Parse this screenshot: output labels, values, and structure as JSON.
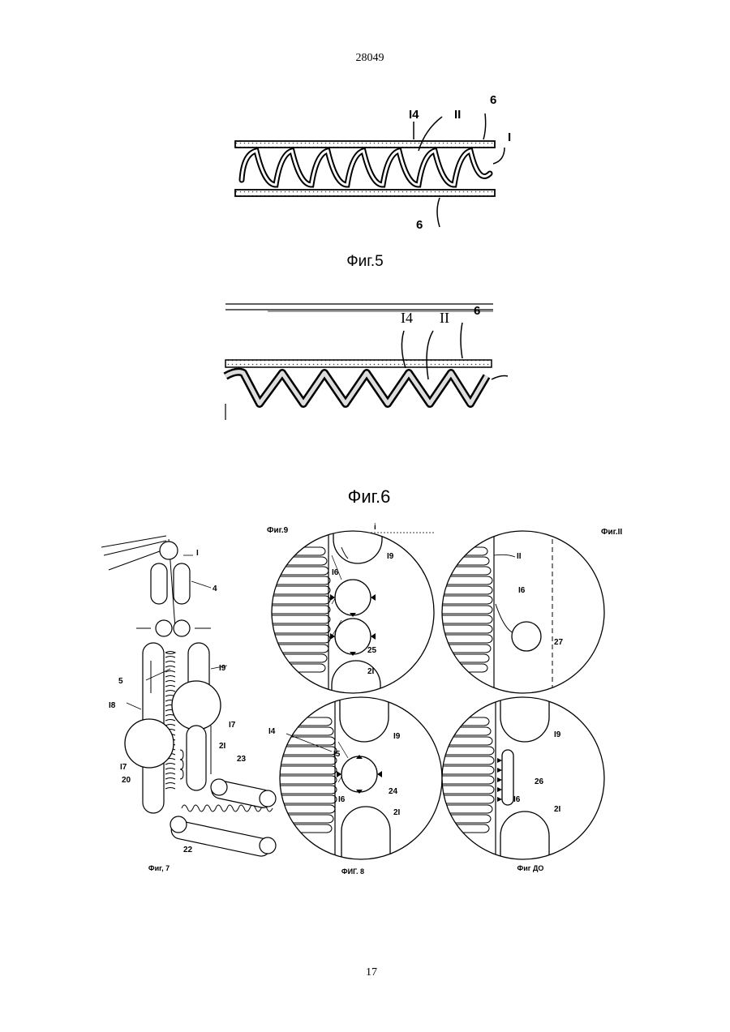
{
  "page": {
    "doc_number": "28049",
    "page_number": "17"
  },
  "fig5": {
    "caption": "Фиг.5",
    "labels": {
      "l14": "I4",
      "l11": "II",
      "l6top": "6",
      "l1": "I",
      "l6bot": "6"
    }
  },
  "fig6": {
    "caption": "Фиг.6",
    "labels": {
      "l14": "I4",
      "l11": "II",
      "l6": "6"
    }
  },
  "fig7": {
    "caption": "Фиг, 7",
    "labels": {
      "l1": "I",
      "l4": "4",
      "l5": "5",
      "l19": "I9",
      "l18": "I8",
      "l17a": "I7",
      "l17b": "I7",
      "l21": "2I",
      "l23": "23",
      "l20": "20",
      "l22": "22"
    }
  },
  "fig9": {
    "caption": "Фиг.9",
    "labels": {
      "i": "i",
      "l19": "I9",
      "l16": "I6",
      "l25": "25",
      "l21": "2I"
    }
  },
  "fig11": {
    "caption": "Фиг.II",
    "labels": {
      "l11": "II",
      "l16": "I6",
      "l27": "27"
    }
  },
  "fig8": {
    "caption": "ФИГ. 8",
    "labels": {
      "l14": "I4",
      "l15": "I5",
      "l19": "I9",
      "l24": "24",
      "l16": "I6",
      "l21": "2I"
    }
  },
  "fig10": {
    "caption": "Фиг ДО",
    "labels": {
      "l19": "I9",
      "l26": "26",
      "l16": "I6",
      "l21": "2I"
    }
  }
}
